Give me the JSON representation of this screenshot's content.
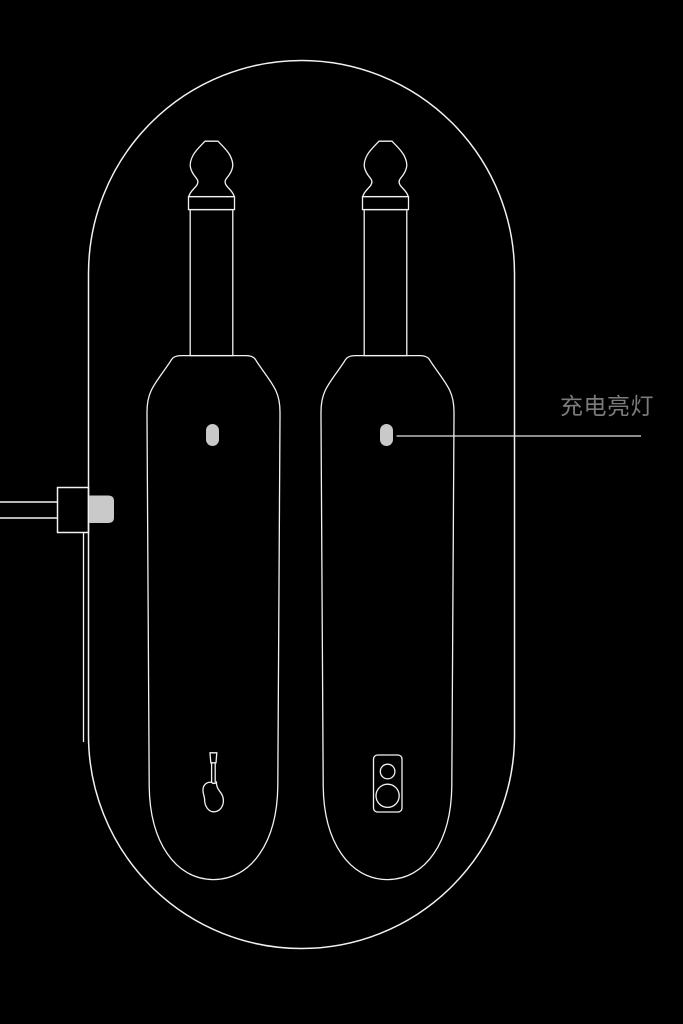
{
  "diagram": {
    "label_text": "充电亮灯",
    "colors": {
      "background": "#000000",
      "line": "#f2f2f2",
      "leader_line": "#e2e2e2",
      "led": "#c9c9c9",
      "usb_tip": "#c9c9c9",
      "label": "#7b7b7b"
    },
    "icons": [
      "jack-plug",
      "led-indicator",
      "guitar-icon",
      "speaker-icon",
      "usb-cable",
      "usb-connector"
    ]
  }
}
